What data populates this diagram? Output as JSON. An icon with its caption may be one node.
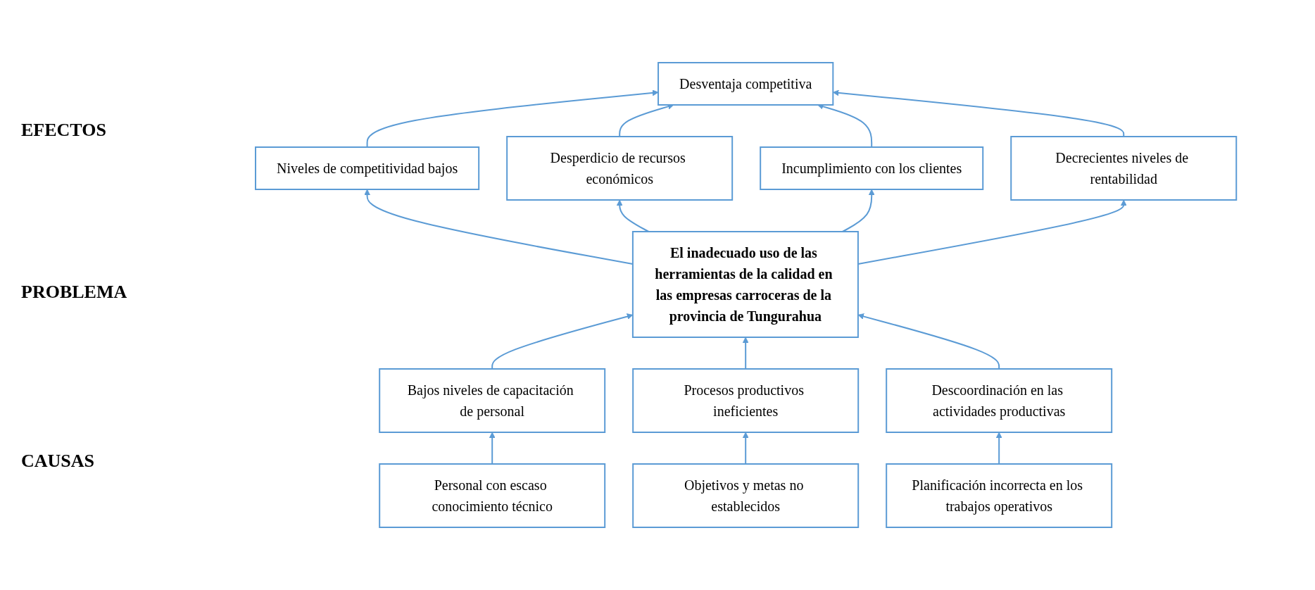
{
  "diagram": {
    "nodes": [
      {
        "text": [
          "Desventaja competitiva"
        ]
      },
      {
        "text": [
          "Niveles de competitividad bajos"
        ]
      },
      {
        "text": [
          "Desperdicio de recursos económicos"
        ]
      },
      {
        "text": [
          "Incumplimiento con los clientes"
        ]
      },
      {
        "text": [
          "Decrecientes niveles de rentabilidad"
        ]
      },
      {
        "text": [
          "El inadecuado uso de las herramientas de la calidad en las empresas carroceras de la provincia de Tungurahua"
        ]
      },
      {
        "text": [
          "Bajos niveles de capacitación de personal"
        ]
      },
      {
        "text": [
          "Procesos productivos ineficientes"
        ]
      },
      {
        "text": [
          "Descoordinación en las actividades productivas"
        ]
      },
      {
        "text": [
          "Personal con escaso conocimiento técnico"
        ]
      },
      {
        "text": [
          "Objetivos y metas no establecidos"
        ]
      },
      {
        "text": [
          "Planificación incorrecta en los trabajos operativos"
        ]
      }
    ],
    "edges": [
      {
        "from": 1,
        "to": 0,
        "arrow": "to"
      },
      {
        "from": 2,
        "to": 0,
        "arrow": "to"
      },
      {
        "from": 3,
        "to": 0,
        "arrow": "to"
      },
      {
        "from": 4,
        "to": 0,
        "arrow": "to"
      },
      {
        "from": 5,
        "to": 1,
        "arrow": "to"
      },
      {
        "from": 5,
        "to": 2,
        "arrow": "to"
      },
      {
        "from": 5,
        "to": 3,
        "arrow": "to"
      },
      {
        "from": 5,
        "to": 4,
        "arrow": "to"
      },
      {
        "from": 6,
        "to": 5,
        "arrow": "to"
      },
      {
        "from": 7,
        "to": 5,
        "arrow": "to"
      },
      {
        "from": 8,
        "to": 5,
        "arrow": "to"
      },
      {
        "from": 9,
        "to": 6,
        "arrow": "to"
      },
      {
        "from": 10,
        "to": 7,
        "arrow": "to"
      },
      {
        "from": 11,
        "to": 8,
        "arrow": "to"
      }
    ],
    "labels": [
      "EFECTOS",
      "PROBLEMA",
      "CAUSAS"
    ]
  }
}
